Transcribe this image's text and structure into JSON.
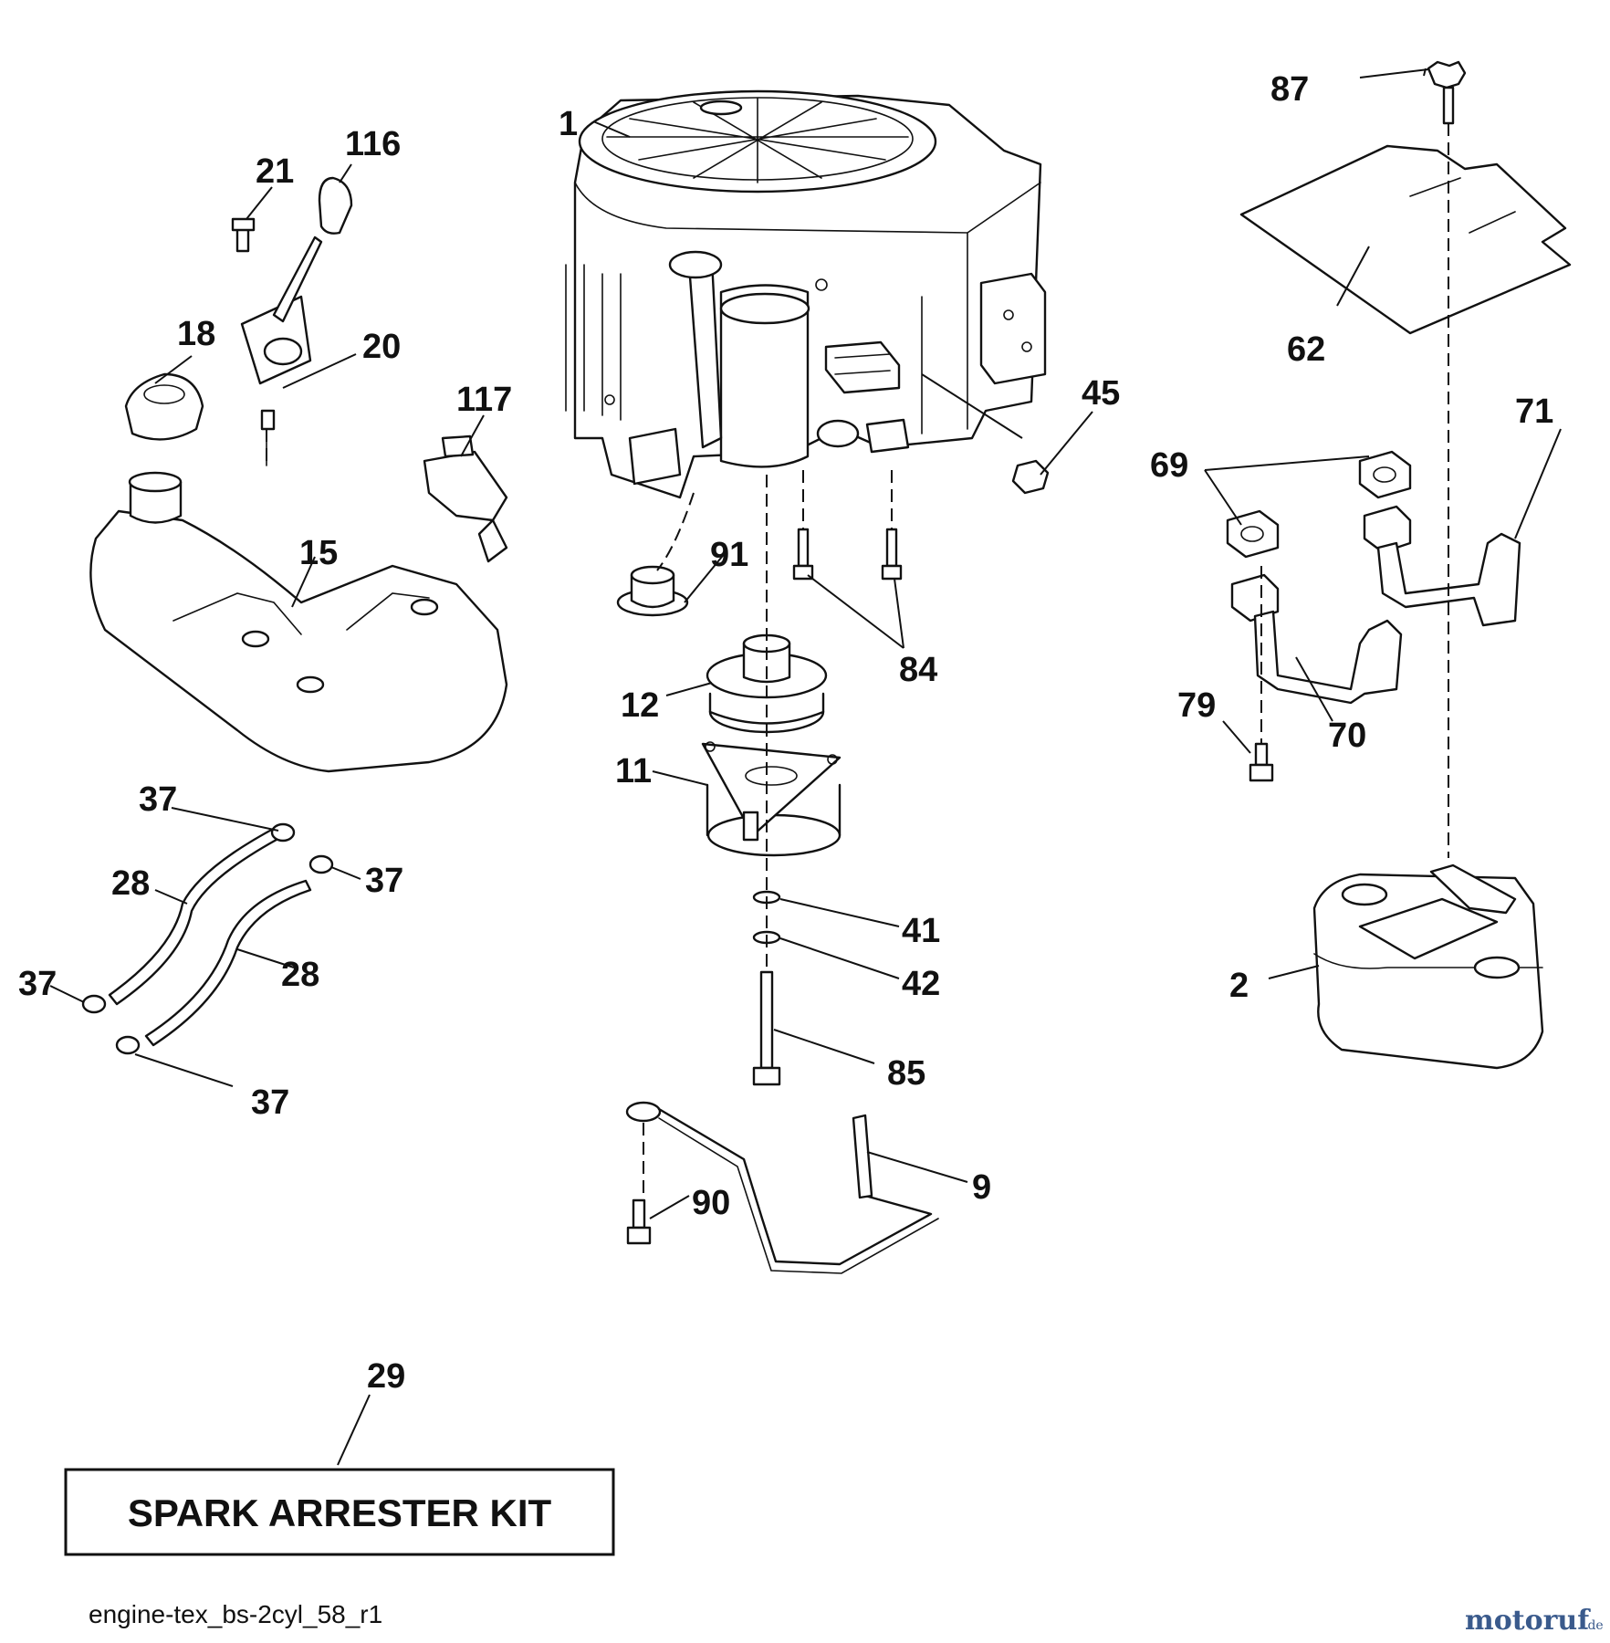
{
  "callouts": {
    "c1": "1",
    "c2": "2",
    "c9": "9",
    "c11": "11",
    "c12": "12",
    "c15": "15",
    "c18": "18",
    "c20": "20",
    "c21": "21",
    "c28a": "28",
    "c28b": "28",
    "c29": "29",
    "c37a": "37",
    "c37b": "37",
    "c37c": "37",
    "c37d": "37",
    "c41": "41",
    "c42": "42",
    "c45": "45",
    "c62": "62",
    "c69": "69",
    "c70": "70",
    "c71": "71",
    "c79": "79",
    "c84": "84",
    "c85": "85",
    "c87": "87",
    "c90": "90",
    "c91": "91",
    "c116": "116",
    "c117": "117"
  },
  "kit_label": "SPARK ARRESTER KIT",
  "filename": "engine-tex_bs-2cyl_58_r1",
  "watermark": {
    "brand": "motoruf",
    "suffix": ".de"
  },
  "colors": {
    "ink": "#111111",
    "watermark": "#3a5a8c",
    "background": "#ffffff"
  }
}
